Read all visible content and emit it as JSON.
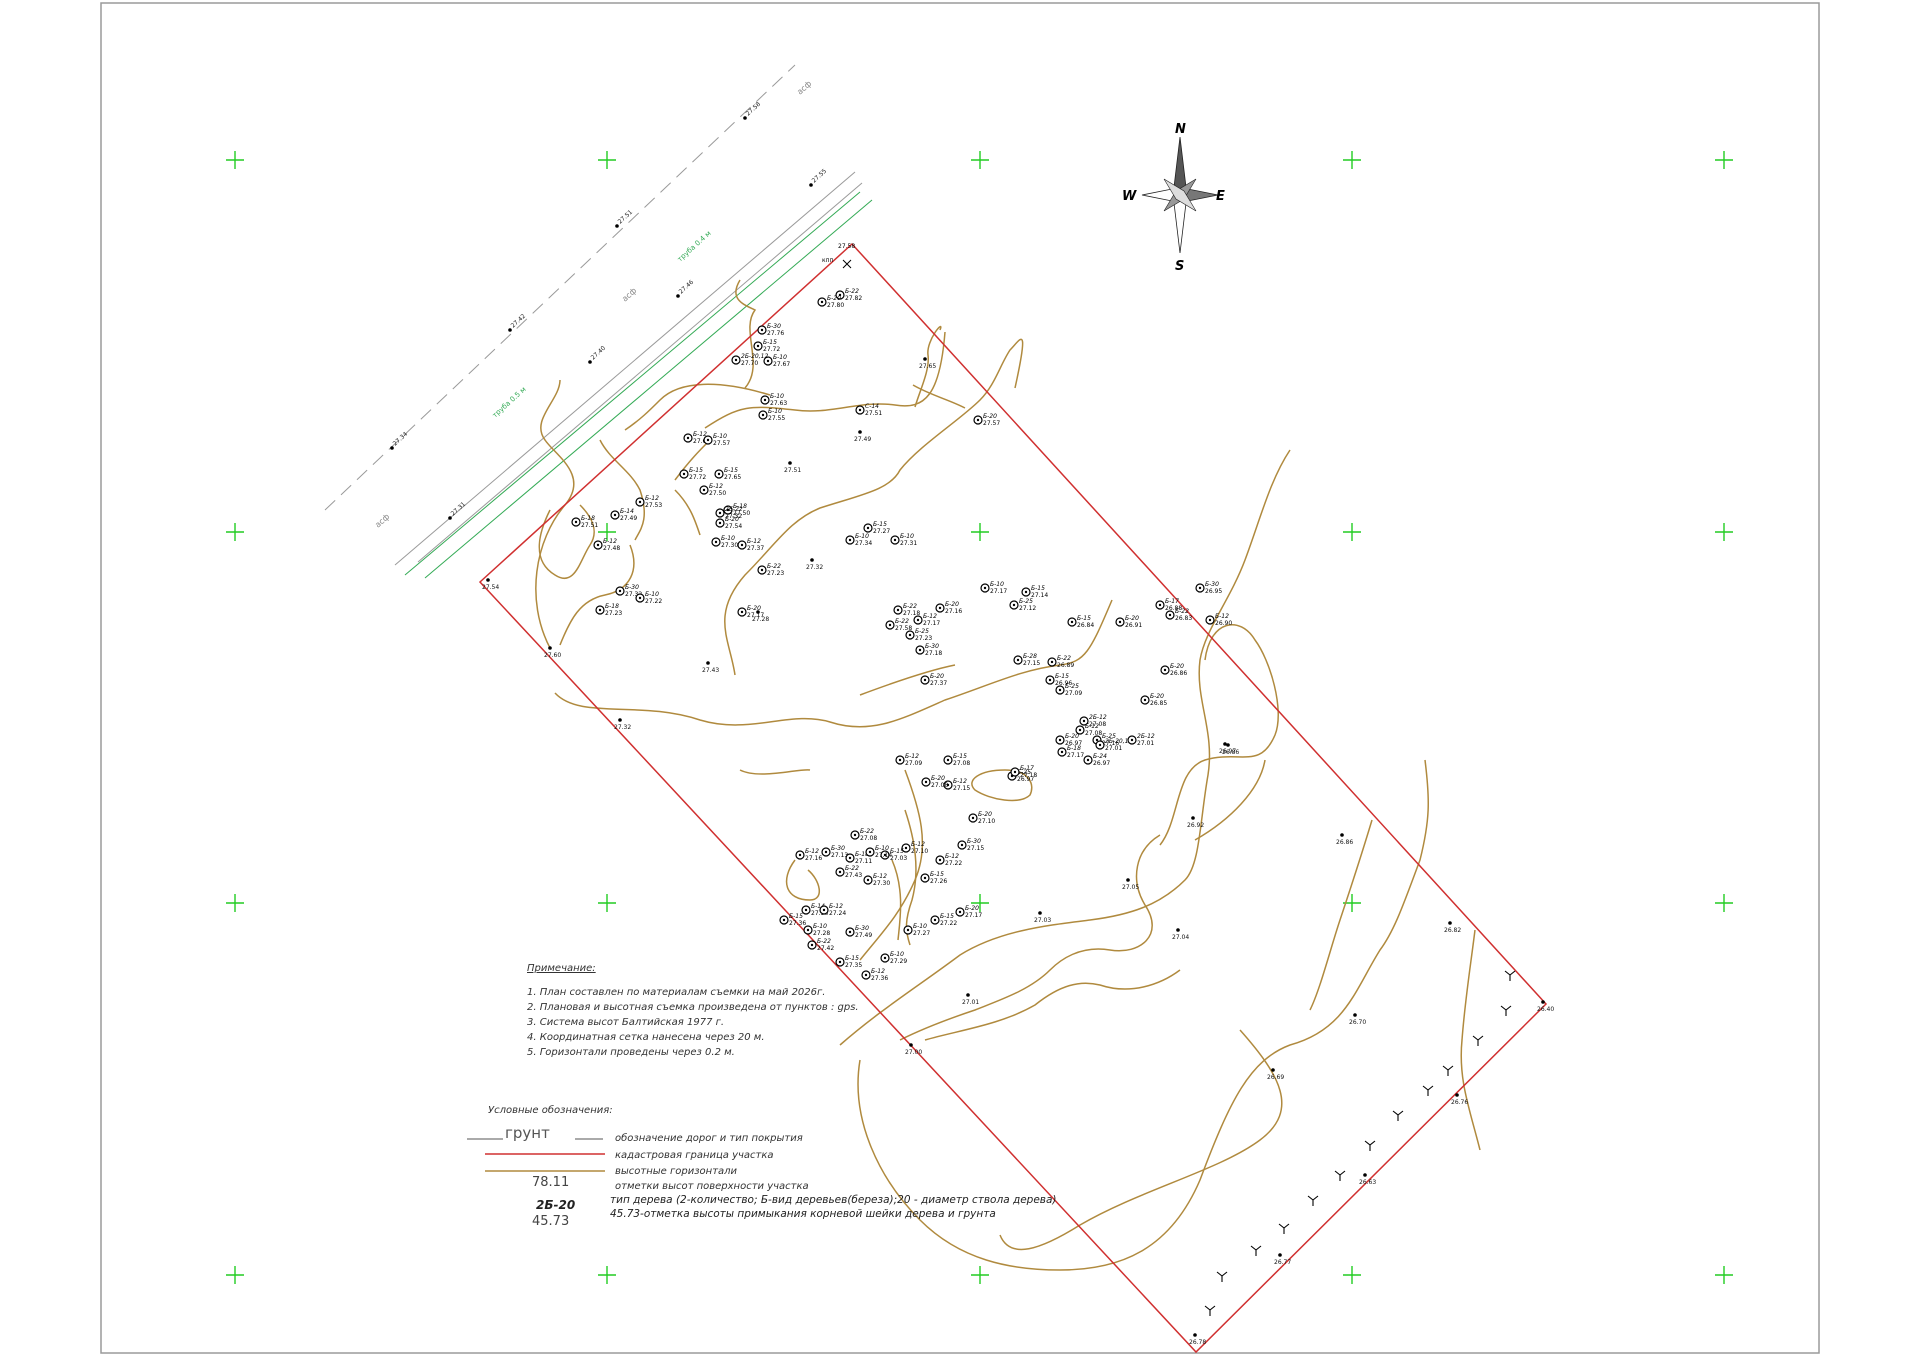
{
  "compass": {
    "n": "N",
    "s": "S",
    "e": "E",
    "w": "W"
  },
  "notes": {
    "title": "Примечание:",
    "items": [
      "1. План составлен по материалам съемки на май 2026г.",
      "2. Плановая и высотная съемка произведена от пунктов : gps.",
      "3. Система высот Балтийская 1977 г.",
      "4. Координатная сетка нанесена через 20 м.",
      "5. Горизонтали проведены через 0.2 м."
    ]
  },
  "legend": {
    "title": "Условные обозначения:",
    "road_sample": "грунт",
    "road_desc": "обозначение дорог и тип покрытия",
    "boundary_desc": "кадастровая граница участка",
    "contour_desc": "высотные горизонтали",
    "elev_sample": "78.11",
    "elev_desc": "отметки высот поверхности участка",
    "tree_code": "2Б-20",
    "tree_elev": "45.73",
    "tree_desc": "тип дерева (2-количество; Б-вид деревьев(береза);20 - диаметр ствола дерева)",
    "tree_elev_desc": "45.73-отметка высоты примыкания корневой шейки дерева и грунта"
  },
  "road": {
    "surface_labels": [
      "асф",
      "асф",
      "асф"
    ],
    "utility_labels": [
      "труба 0.4 м",
      "труба 0.5 м"
    ],
    "elevations": [
      "27.58",
      "27.55",
      "27.51",
      "27.46",
      "27.42",
      "27.40",
      "27.34",
      "27.31"
    ]
  },
  "site": {
    "corner_label": "27.58",
    "gate_label": "кпп",
    "spot_elevations": [
      "27.65",
      "27.49",
      "27.51",
      "27.32",
      "27.28",
      "27.43",
      "27.32",
      "27.54",
      "27.60",
      "26.86",
      "26.92",
      "26.86",
      "27.05",
      "27.03",
      "27.04",
      "26.82",
      "26.70",
      "27.00",
      "27.01",
      "26.69",
      "26.63",
      "26.77",
      "26.78",
      "26.40",
      "26.76",
      "26.97"
    ],
    "trees": [
      {
        "code": "Б-22",
        "elev": "27.82"
      },
      {
        "code": "Б-20",
        "elev": "27.80"
      },
      {
        "code": "Б-30",
        "elev": "27.76"
      },
      {
        "code": "Б-15",
        "elev": "27.72"
      },
      {
        "code": "Б-10",
        "elev": "27.67"
      },
      {
        "code": "2Б-20,12",
        "elev": "27.70"
      },
      {
        "code": "Б-10",
        "elev": "27.63"
      },
      {
        "code": "Б-10",
        "elev": "27.55"
      },
      {
        "code": "С-14",
        "elev": "27.51"
      },
      {
        "code": "Б-20",
        "elev": "27.57"
      },
      {
        "code": "Б-12",
        "elev": "27.61"
      },
      {
        "code": "Б-10",
        "elev": "27.57"
      },
      {
        "code": "Б-15",
        "elev": "27.72"
      },
      {
        "code": "Б-15",
        "elev": "27.65"
      },
      {
        "code": "Б-12",
        "elev": "27.50"
      },
      {
        "code": "Б-18",
        "elev": "27.50"
      },
      {
        "code": "Б-14",
        "elev": "27.49"
      },
      {
        "code": "Б-12",
        "elev": "27.53"
      },
      {
        "code": "Б-18",
        "elev": "27.51"
      },
      {
        "code": "Б-12",
        "elev": "27.48"
      },
      {
        "code": "Б-20",
        "elev": "27.54"
      },
      {
        "code": "2Б-22",
        "elev": "27.32"
      },
      {
        "code": "Б-10",
        "elev": "27.30"
      },
      {
        "code": "Б-12",
        "elev": "27.37"
      },
      {
        "code": "Б-22",
        "elev": "27.23"
      },
      {
        "code": "Б-10",
        "elev": "27.34"
      },
      {
        "code": "Б-10",
        "elev": "27.31"
      },
      {
        "code": "Б-30",
        "elev": "27.32"
      },
      {
        "code": "Б-10",
        "elev": "27.22"
      },
      {
        "code": "Б-18",
        "elev": "27.23"
      },
      {
        "code": "Б-20",
        "elev": "27.17"
      },
      {
        "code": "Б-15",
        "elev": "27.27"
      },
      {
        "code": "Б-22",
        "elev": "27.18"
      },
      {
        "code": "Б-12",
        "elev": "27.17"
      },
      {
        "code": "Б-22",
        "elev": "27.58"
      },
      {
        "code": "Б-20",
        "elev": "27.16"
      },
      {
        "code": "Б-30",
        "elev": "27.18"
      },
      {
        "code": "Б-25",
        "elev": "27.23"
      },
      {
        "code": "Б-20",
        "elev": "27.37"
      },
      {
        "code": "Б-10",
        "elev": "27.17"
      },
      {
        "code": "Б-15",
        "elev": "27.14"
      },
      {
        "code": "Б-25",
        "elev": "27.12"
      },
      {
        "code": "Б-28",
        "elev": "27.15"
      },
      {
        "code": "Б-25",
        "elev": "27.09"
      },
      {
        "code": "Б-12",
        "elev": "27.08"
      },
      {
        "code": "2Б-12",
        "elev": "27.08"
      },
      {
        "code": "Б-25",
        "elev": "27.16"
      },
      {
        "code": "2Б-20,12",
        "elev": "27.01"
      },
      {
        "code": "Б-24",
        "elev": "26.97"
      },
      {
        "code": "2Б-12",
        "elev": "27.01"
      },
      {
        "code": "Б-20",
        "elev": "26.85"
      },
      {
        "code": "Б-20",
        "elev": "26.86"
      },
      {
        "code": "Б-22",
        "elev": "26.83"
      },
      {
        "code": "Б-17",
        "elev": "26.88"
      },
      {
        "code": "Б-30",
        "elev": "26.95"
      },
      {
        "code": "Б-12",
        "elev": "26.90"
      },
      {
        "code": "Б-20",
        "elev": "26.91"
      },
      {
        "code": "Б-15",
        "elev": "26.84"
      },
      {
        "code": "Б-22",
        "elev": "26.89"
      },
      {
        "code": "Б-15",
        "elev": "26.96"
      },
      {
        "code": "Б-20",
        "elev": "26.97"
      },
      {
        "code": "Б-25",
        "elev": "26.97"
      },
      {
        "code": "Б-18",
        "elev": "27.17"
      },
      {
        "code": "Б-17",
        "elev": "27.18"
      },
      {
        "code": "Б-12",
        "elev": "27.15"
      },
      {
        "code": "Б-20",
        "elev": "27.08"
      },
      {
        "code": "Б-12",
        "elev": "27.09"
      },
      {
        "code": "Б-15",
        "elev": "27.08"
      },
      {
        "code": "Б-20",
        "elev": "27.10"
      },
      {
        "code": "Б-30",
        "elev": "27.15"
      },
      {
        "code": "Б-12",
        "elev": "27.22"
      },
      {
        "code": "Б-15",
        "elev": "27.26"
      },
      {
        "code": "Б-12",
        "elev": "27.30"
      },
      {
        "code": "Б-22",
        "elev": "27.43"
      },
      {
        "code": "Б-14",
        "elev": "27.36"
      },
      {
        "code": "Б-12",
        "elev": "27.24"
      },
      {
        "code": "Б-10",
        "elev": "27.28"
      },
      {
        "code": "Б-15",
        "elev": "27.36"
      },
      {
        "code": "Б-22",
        "elev": "27.42"
      },
      {
        "code": "Б-30",
        "elev": "27.49"
      },
      {
        "code": "Б-15",
        "elev": "27.35"
      },
      {
        "code": "Б-12",
        "elev": "27.36"
      },
      {
        "code": "Б-10",
        "elev": "27.29"
      },
      {
        "code": "Б-10",
        "elev": "27.27"
      },
      {
        "code": "Б-15",
        "elev": "27.22"
      },
      {
        "code": "Б-20",
        "elev": "27.17"
      },
      {
        "code": "Б-12",
        "elev": "27.10"
      },
      {
        "code": "Б-15",
        "elev": "27.03"
      },
      {
        "code": "Б-22",
        "elev": "27.08"
      },
      {
        "code": "Б-12",
        "elev": "27.16"
      },
      {
        "code": "Б-30",
        "elev": "27.13"
      },
      {
        "code": "Б-18",
        "elev": "27.11"
      },
      {
        "code": "Б-10",
        "elev": "27.14"
      }
    ]
  }
}
